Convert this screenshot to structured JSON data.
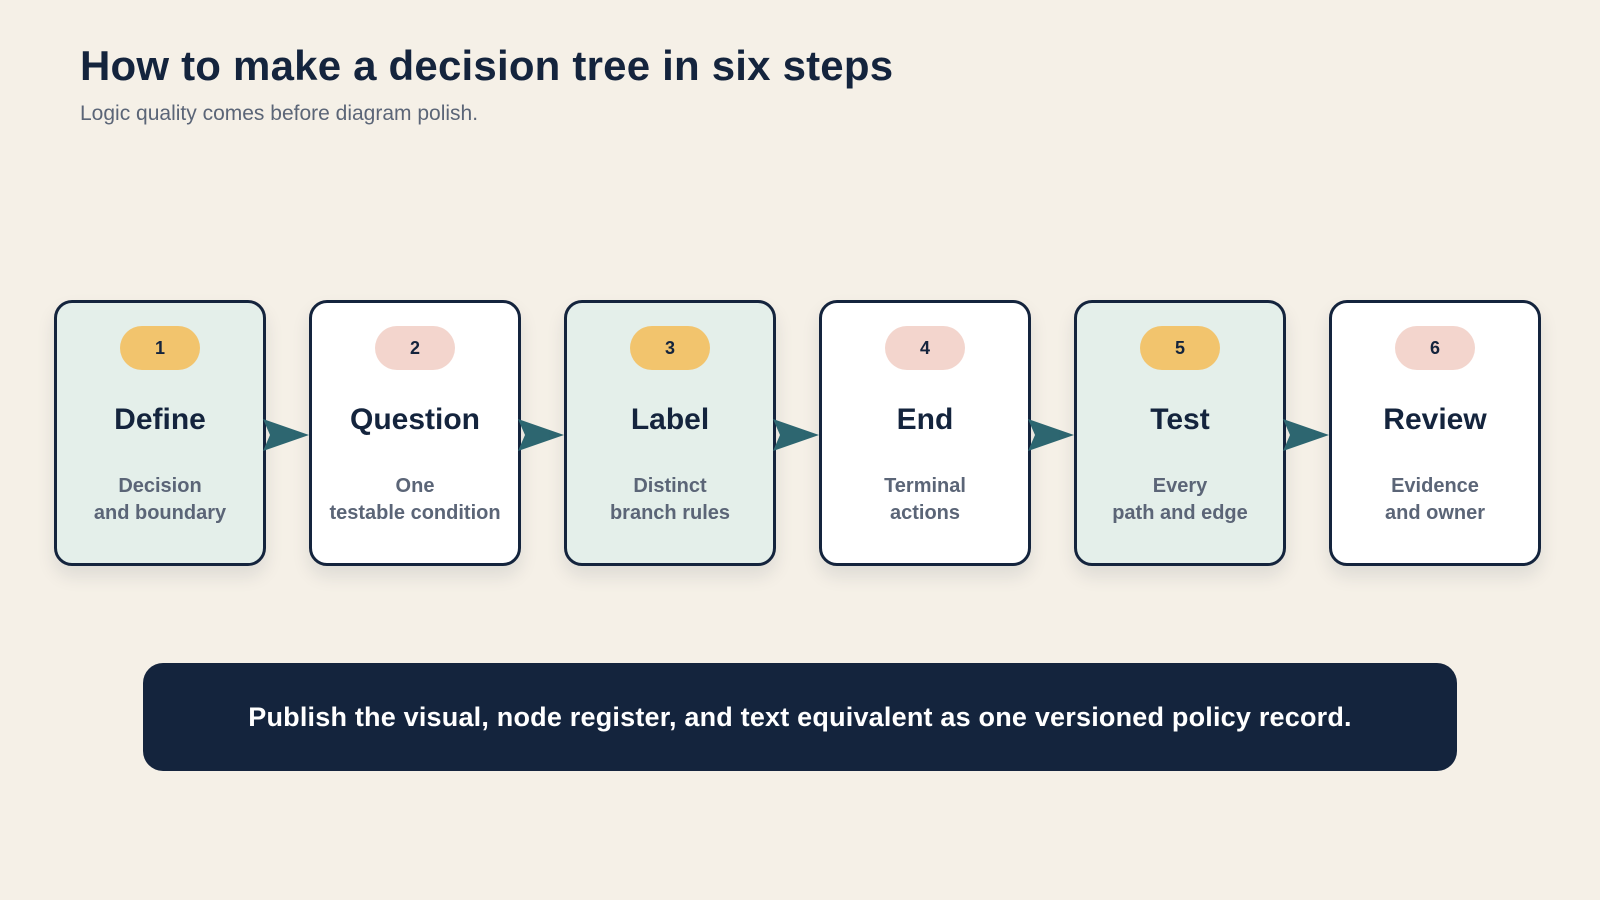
{
  "header": {
    "title": "How to make a decision tree in six steps",
    "subtitle": "Logic quality comes before diagram polish."
  },
  "colors": {
    "background": "#f5f0e7",
    "navy": "#14243d",
    "teal_card": "#e4efea",
    "white_card": "#ffffff",
    "badge_gold": "#f2c46d",
    "badge_pink": "#f3d5cd",
    "arrow": "#2d6670",
    "muted_text": "#5b6577"
  },
  "steps": [
    {
      "number": "1",
      "title": "Define",
      "desc_line1": "Decision",
      "desc_line2": "and boundary"
    },
    {
      "number": "2",
      "title": "Question",
      "desc_line1": "One",
      "desc_line2": "testable condition"
    },
    {
      "number": "3",
      "title": "Label",
      "desc_line1": "Distinct",
      "desc_line2": "branch rules"
    },
    {
      "number": "4",
      "title": "End",
      "desc_line1": "Terminal",
      "desc_line2": "actions"
    },
    {
      "number": "5",
      "title": "Test",
      "desc_line1": "Every",
      "desc_line2": "path and edge"
    },
    {
      "number": "6",
      "title": "Review",
      "desc_line1": "Evidence",
      "desc_line2": "and owner"
    }
  ],
  "banner": {
    "text": "Publish the visual, node register, and text equivalent as one versioned policy record."
  }
}
